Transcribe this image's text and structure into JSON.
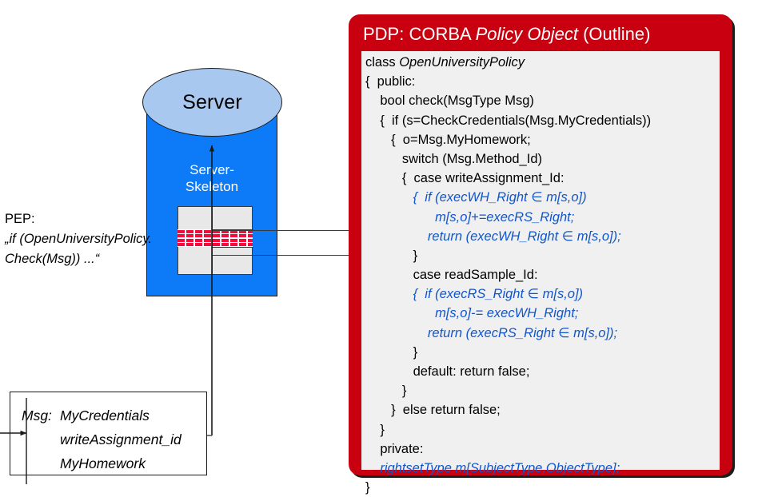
{
  "diagram": {
    "server": {
      "ellipse_label": "Server",
      "skeleton_label_line1": "Server-",
      "skeleton_label_line2": "Skeleton",
      "body_color": "#0d7bf7",
      "ellipse_color": "#a8c8f0"
    },
    "firewall": {
      "name": "brick-wall-barrier",
      "brick_color": "#f50a3c"
    },
    "pep": {
      "heading": "PEP:",
      "line1": "„if (OpenUniversityPolicy.",
      "line2": "Check(Msg)) ...“"
    },
    "msg": {
      "label": "Msg:",
      "fields": [
        "MyCredentials",
        "writeAssignment_id",
        "MyHomework"
      ]
    }
  },
  "pdp": {
    "title_plain1": "PDP: CORBA ",
    "title_italic": "Policy Object",
    "title_plain2": " (Outline)",
    "panel_color": "#c8000f",
    "code_bg": "#f0f0f0",
    "accent_blue": "#1155cc",
    "code_lines": [
      {
        "text": "class ",
        "italic_tail": "OpenUniversityPolicy",
        "style": "plain"
      },
      {
        "text": "{  public:",
        "style": "plain"
      },
      {
        "text": "    bool check(MsgType Msg)",
        "style": "plain"
      },
      {
        "text": "    {  if (s=CheckCredentials(Msg.MyCredentials))",
        "style": "plain"
      },
      {
        "text": "       {  o=Msg.MyHomework;",
        "style": "plain"
      },
      {
        "text": "          switch (Msg.Method_Id)",
        "style": "plain"
      },
      {
        "text": "          {  case writeAssignment_Id:",
        "style": "plain"
      },
      {
        "text": "             {  if (execWH_Right ∈ m[s,o])",
        "style": "blue"
      },
      {
        "text": "                   m[s,o]+=execRS_Right;",
        "style": "blue"
      },
      {
        "text": "                 return (execWH_Right ∈ m[s,o]);",
        "style": "blue"
      },
      {
        "text": "             }",
        "style": "plain"
      },
      {
        "text": "             case readSample_Id:",
        "style": "plain"
      },
      {
        "text": "             {  if (execRS_Right ∈ m[s,o])",
        "style": "blue"
      },
      {
        "text": "                   m[s,o]-= execWH_Right;",
        "style": "blue"
      },
      {
        "text": "                 return (execRS_Right ∈ m[s,o]);",
        "style": "blue"
      },
      {
        "text": "             }",
        "style": "plain"
      },
      {
        "text": "             default: return false;",
        "style": "plain"
      },
      {
        "text": "          }",
        "style": "plain"
      },
      {
        "text": "       }  else return false;",
        "style": "plain"
      },
      {
        "text": "    }",
        "style": "plain"
      },
      {
        "text": "    private:",
        "style": "plain"
      },
      {
        "text": "    rightsetType m[SubjectType,ObjectType];",
        "style": "blue"
      },
      {
        "text": "}",
        "style": "plain"
      }
    ]
  }
}
